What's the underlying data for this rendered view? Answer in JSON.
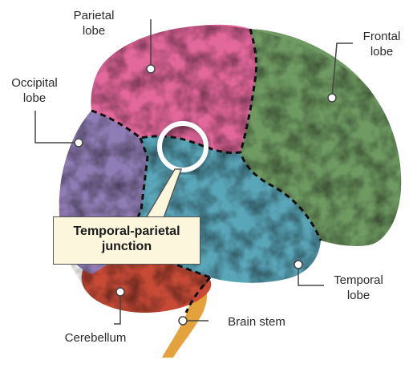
{
  "labels": {
    "parietal": {
      "line1": "Parietal",
      "line2": "lobe"
    },
    "frontal": {
      "line1": "Frontal",
      "line2": "lobe"
    },
    "occipital": {
      "line1": "Occipital",
      "line2": "lobe"
    },
    "temporal": {
      "line1": "Temporal",
      "line2": "lobe"
    },
    "cerebellum": "Cerebellum",
    "brain_stem": "Brain stem",
    "junction": {
      "line1": "Temporal-parietal",
      "line2": "junction"
    }
  },
  "colors": {
    "parietal": "#e2679b",
    "frontal": "#6f9a62",
    "occipital": "#8f7cb4",
    "temporal": "#5aa6b9",
    "cerebellum": "#c64a36",
    "brain_stem": "#e3a23b",
    "callout_bg": "#fbf6dc"
  }
}
